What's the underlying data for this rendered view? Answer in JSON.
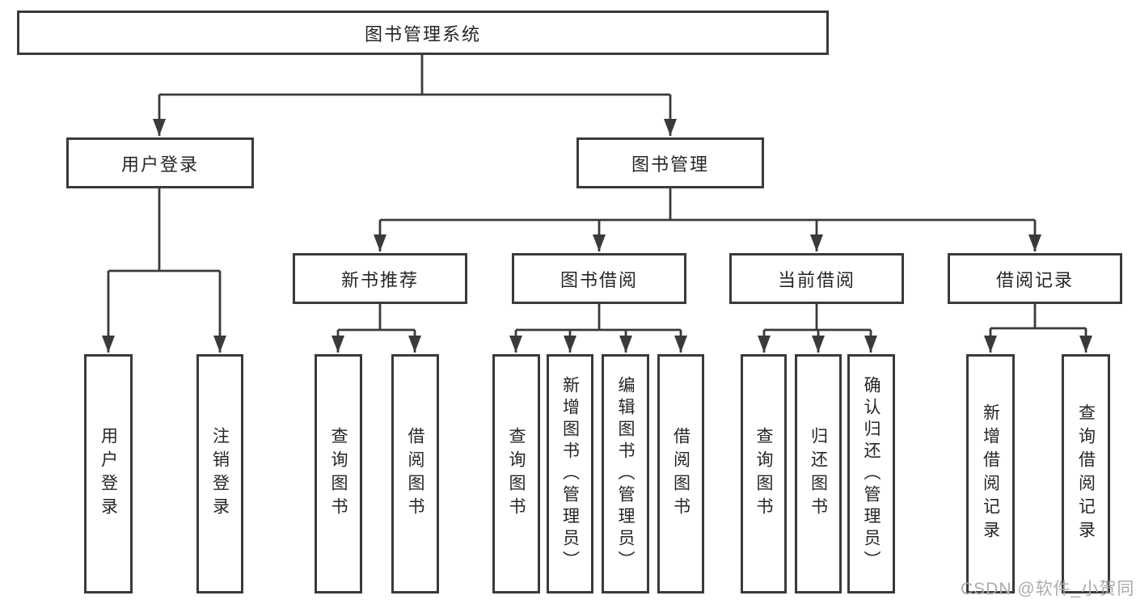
{
  "diagram_type": "hierarchy-tree",
  "colors": {
    "line": "#3a3a3a",
    "box_border": "#3a3a3a",
    "box_fill": "#ffffff",
    "text": "#262626",
    "watermark_text": "#ababab",
    "background": "#ffffff"
  },
  "tree": {
    "label": "图书管理系统",
    "children": [
      {
        "label": "用户登录",
        "children": [
          {
            "label": "用户登录"
          },
          {
            "label": "注销登录"
          }
        ]
      },
      {
        "label": "图书管理",
        "children": [
          {
            "label": "新书推荐",
            "children": [
              {
                "label": "查询图书"
              },
              {
                "label": "借阅图书"
              }
            ]
          },
          {
            "label": "图书借阅",
            "children": [
              {
                "label": "查询图书"
              },
              {
                "label": "新增图书（管理员）"
              },
              {
                "label": "编辑图书（管理员）"
              },
              {
                "label": "借阅图书"
              }
            ]
          },
          {
            "label": "当前借阅",
            "children": [
              {
                "label": "查询图书"
              },
              {
                "label": "归还图书"
              },
              {
                "label": "确认归还（管理员）"
              }
            ]
          },
          {
            "label": "借阅记录",
            "children": [
              {
                "label": "新增借阅记录"
              },
              {
                "label": "查询借阅记录"
              }
            ]
          }
        ]
      }
    ]
  },
  "watermark": {
    "text": "CSDN @软件_小贺同学"
  }
}
